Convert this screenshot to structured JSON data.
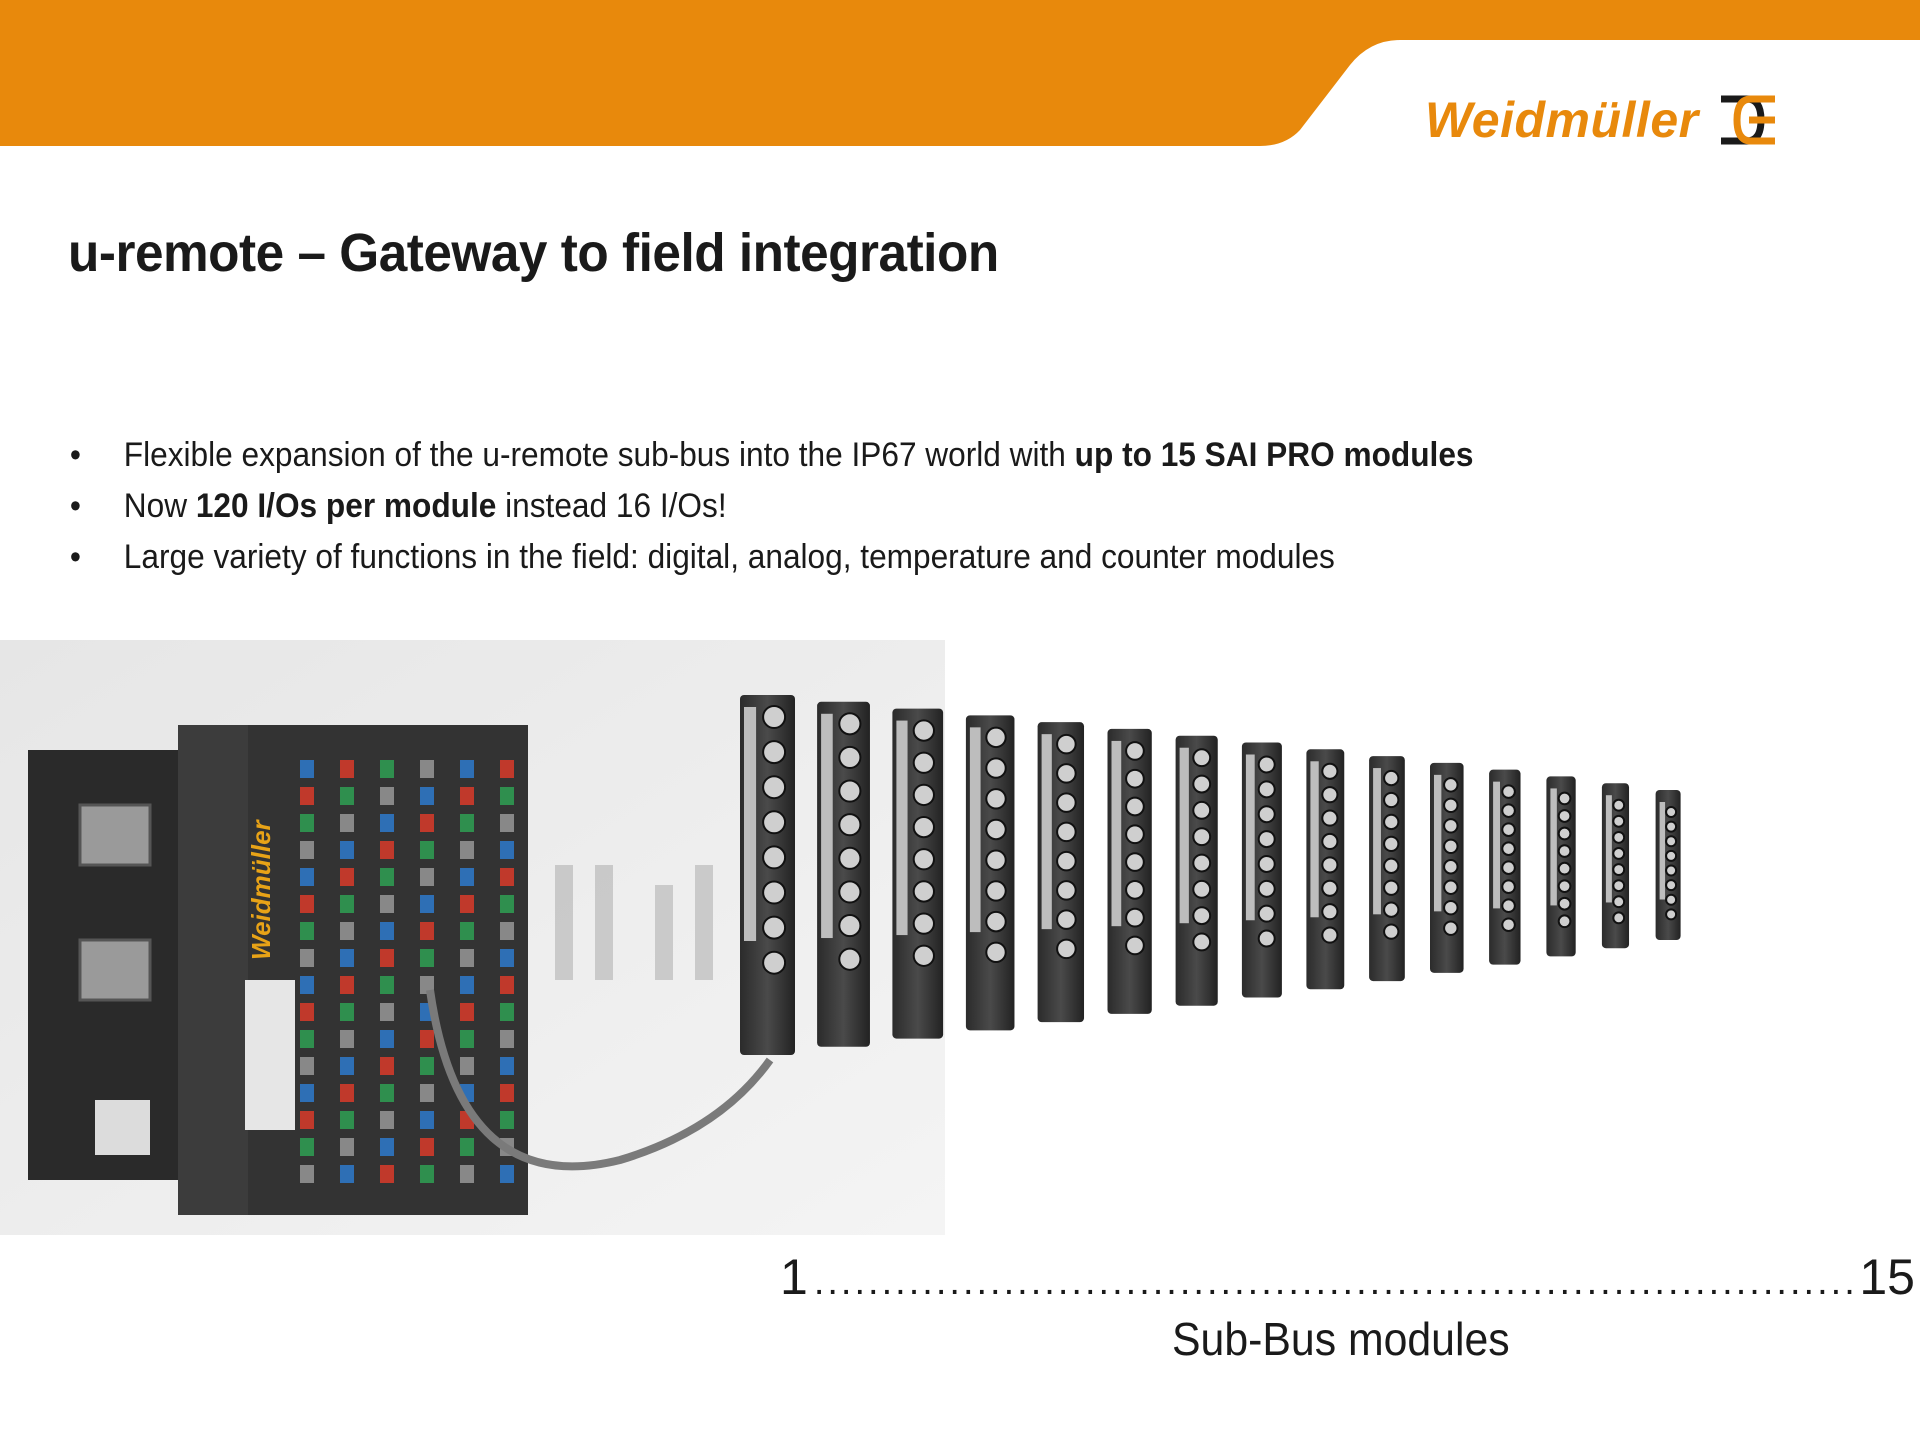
{
  "brand": {
    "name": "Weidmüller",
    "accent": "#e8890c",
    "logo_icon": "weidmuller-symbol-icon"
  },
  "slide": {
    "title": "u-remote – Gateway to field integration",
    "bullets": [
      {
        "pre": "Flexible expansion of the u-remote sub-bus into the IP67 world with ",
        "bold": "up to 15 SAI PRO modules",
        "post": ""
      },
      {
        "pre": "Now ",
        "bold": "120 I/Os per module",
        "post": " instead 16 I/Os!"
      },
      {
        "pre": "Large variety of functions in the field: digital, analog, temperature and counter modules",
        "bold": "",
        "post": ""
      }
    ],
    "bullet_char": "•"
  },
  "figure": {
    "photo_label": "Weidmüller",
    "module_count": 15,
    "range_start": "1",
    "range_end": "15",
    "range_dots": "..............................................................................................",
    "caption": "Sub-Bus modules"
  }
}
